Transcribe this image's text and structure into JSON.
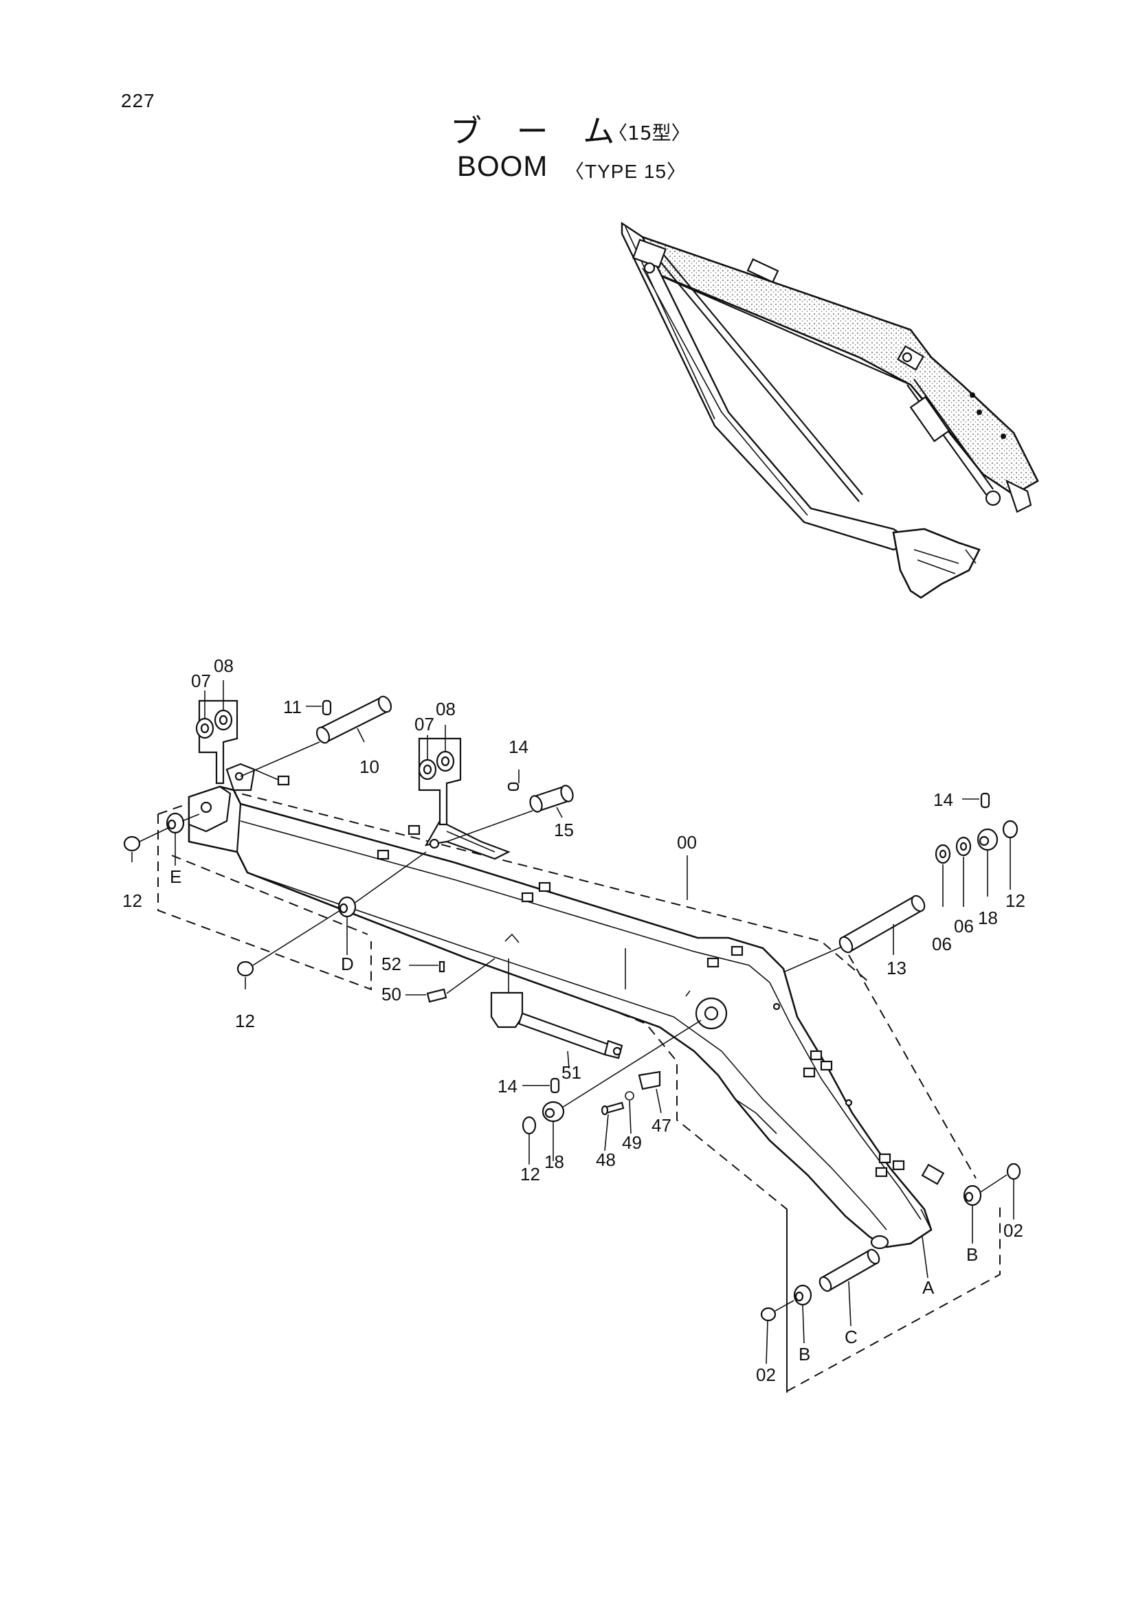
{
  "page": {
    "number": "227",
    "title_jp": "ブ ー ム",
    "title_jp_type": "〈15型〉",
    "title_en": "BOOM",
    "title_en_type": "〈TYPE 15〉"
  },
  "callouts": [
    {
      "id": "c-07-a",
      "label": "07"
    },
    {
      "id": "c-08-a",
      "label": "08"
    },
    {
      "id": "c-11",
      "label": "11"
    },
    {
      "id": "c-10",
      "label": "10"
    },
    {
      "id": "c-07-b",
      "label": "07"
    },
    {
      "id": "c-08-b",
      "label": "08"
    },
    {
      "id": "c-14-a",
      "label": "14"
    },
    {
      "id": "c-15",
      "label": "15"
    },
    {
      "id": "c-00",
      "label": "00"
    },
    {
      "id": "c-14-b",
      "label": "14"
    },
    {
      "id": "c-12-a",
      "label": "12"
    },
    {
      "id": "c-E",
      "label": "E"
    },
    {
      "id": "c-06-a",
      "label": "06"
    },
    {
      "id": "c-06-b",
      "label": "06"
    },
    {
      "id": "c-18-a",
      "label": "18"
    },
    {
      "id": "c-12-b",
      "label": "12"
    },
    {
      "id": "c-13",
      "label": "13"
    },
    {
      "id": "c-D",
      "label": "D"
    },
    {
      "id": "c-52",
      "label": "52"
    },
    {
      "id": "c-50",
      "label": "50"
    },
    {
      "id": "c-12-c",
      "label": "12"
    },
    {
      "id": "c-51",
      "label": "51"
    },
    {
      "id": "c-14-c",
      "label": "14"
    },
    {
      "id": "c-47",
      "label": "47"
    },
    {
      "id": "c-48",
      "label": "48"
    },
    {
      "id": "c-49",
      "label": "49"
    },
    {
      "id": "c-12-d",
      "label": "12"
    },
    {
      "id": "c-18-b",
      "label": "18"
    },
    {
      "id": "c-B-a",
      "label": "B"
    },
    {
      "id": "c-02-a",
      "label": "02"
    },
    {
      "id": "c-A",
      "label": "A"
    },
    {
      "id": "c-C",
      "label": "C"
    },
    {
      "id": "c-B-b",
      "label": "B"
    },
    {
      "id": "c-02-b",
      "label": "02"
    }
  ]
}
